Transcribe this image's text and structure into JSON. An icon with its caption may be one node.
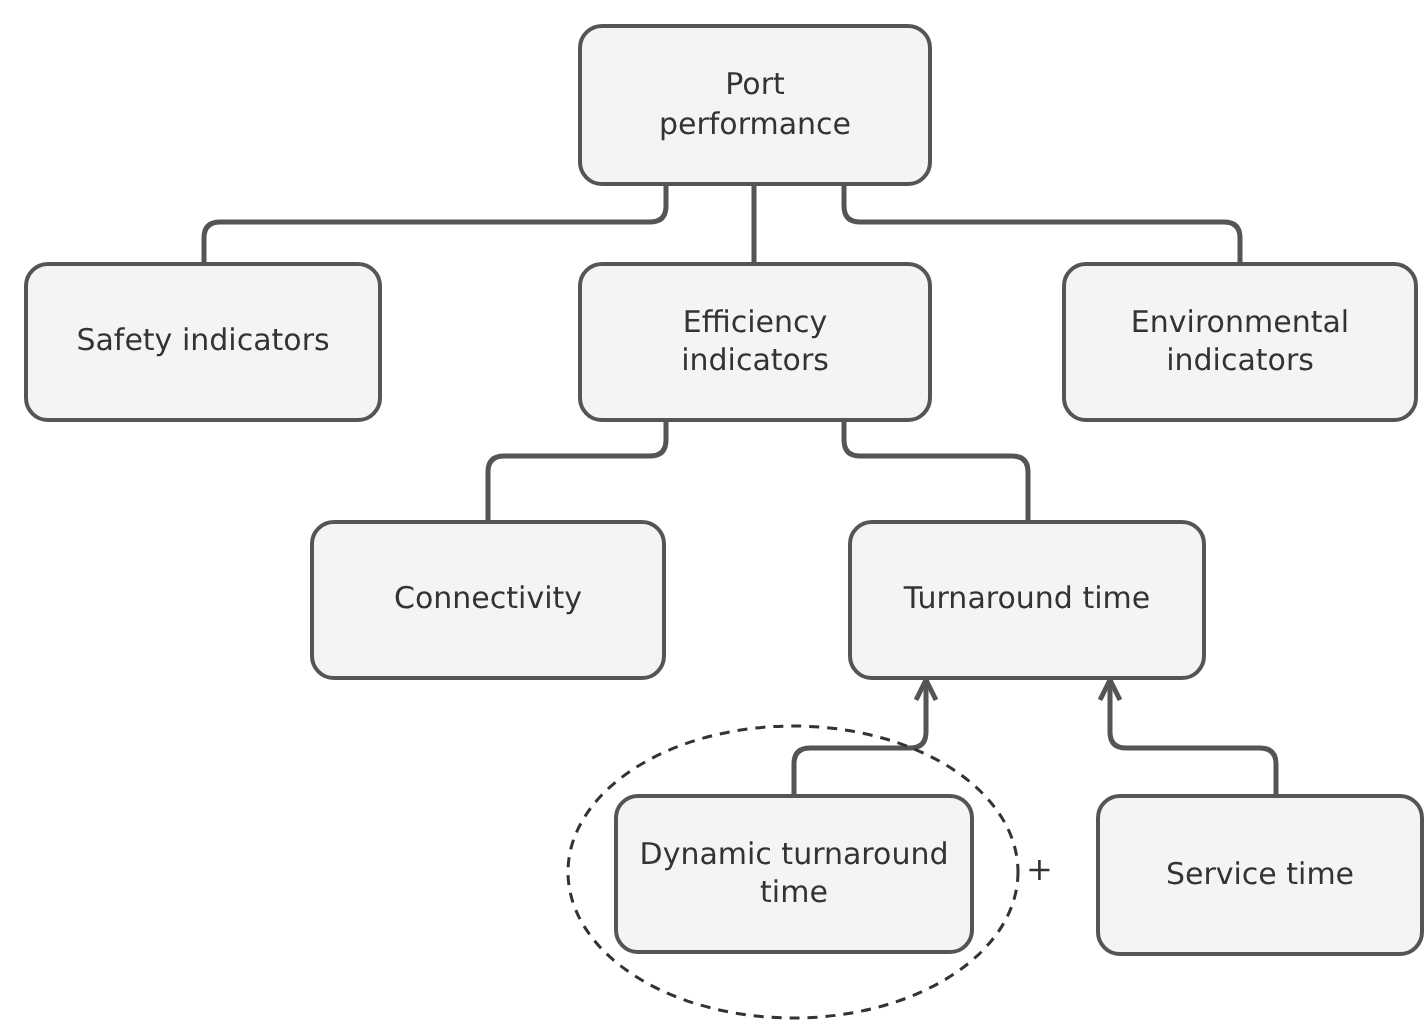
{
  "diagram": {
    "nodes": [
      {
        "text": [
          "Port performance"
        ]
      },
      {
        "text": [
          "Safety indicators"
        ]
      },
      {
        "text": [
          "Efficiency indicators"
        ]
      },
      {
        "text": [
          "Environmental indicators"
        ]
      },
      {
        "text": [
          "Connectivity"
        ]
      },
      {
        "text": [
          "Turnaround time"
        ]
      },
      {
        "text": [],
        "shape": "circle"
      },
      {
        "text": [
          "Dynamic turnaround time"
        ],
        "in": 6
      },
      {
        "text": [
          "Service time"
        ]
      }
    ],
    "edges": [
      {
        "from": 0,
        "to": 1,
        "arrow": "none"
      },
      {
        "from": 0,
        "to": 2,
        "arrow": "none"
      },
      {
        "from": 0,
        "to": 3,
        "arrow": "none"
      },
      {
        "from": 2,
        "to": 4,
        "arrow": "none"
      },
      {
        "from": 2,
        "to": 5,
        "arrow": "none"
      },
      {
        "from": 7,
        "to": 5,
        "arrow": "to"
      },
      {
        "from": 8,
        "to": 5,
        "arrow": "to"
      }
    ],
    "labels": [
      "+"
    ]
  }
}
